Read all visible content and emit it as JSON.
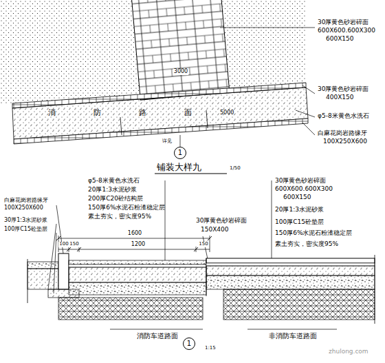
{
  "diagram": {
    "nodes": [
      {
        "text": [
          "1"
        ]
      },
      {
        "text": [
          "1"
        ]
      }
    ],
    "labels": [
      "3000",
      "30厚黄色砂岩碎面",
      "600X600.600X300",
      "600X150",
      "30厚黄色砂岩碎面",
      "400X150",
      "消防路面",
      "5000",
      "φ5-8米黄色水洗石",
      "白麻花岗岩路缘牙",
      "100X250X600",
      "详见",
      "铺装大样九",
      "1/50",
      "φ5-8米黄色水洗石",
      "20厚1:3水泥砂浆",
      "200厚C20砼结构层",
      "150厚6%水泥石粉渣稳定层",
      "素土夯实，密实度95%",
      "白麻花岗岩路缘牙",
      "100X250X600",
      "30厚1:3水泥砂浆",
      "100厚C15砼垫层",
      "30厚黄色砂岩碎面",
      "150X400",
      "30厚黄色砂岩碎面",
      "600X600.600X300",
      "600X150",
      "20厚1:3水泥砂浆",
      "100厚C15砼垫层",
      "150厚6%水泥石粉渣稳定层",
      "素土夯实，密实度95%",
      "1600",
      "100",
      "150",
      "1200",
      "150",
      "消防车道路面",
      "非消防车道路面",
      "1:15",
      "zhulong.com"
    ]
  }
}
